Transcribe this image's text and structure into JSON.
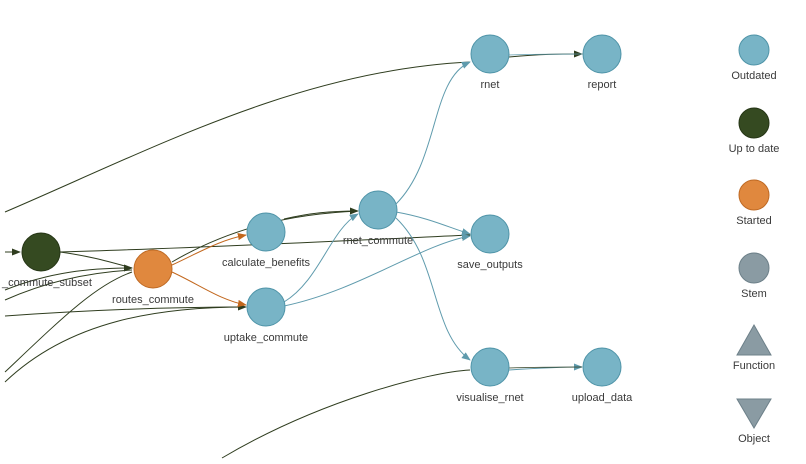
{
  "colors": {
    "outdated": "#78b4c6",
    "outdated_stroke": "#4f94a8",
    "up_to_date": "#354a21",
    "up_to_date_stroke": "#263616",
    "started": "#e0883e",
    "started_stroke": "#bf6a24",
    "stem": "#8a9ba3",
    "stem_stroke": "#6d8089",
    "edge_dark": "#2f3d1f",
    "edge_orange": "#c2671d",
    "edge_blue": "#5f9bad"
  },
  "nodes": {
    "commute_subset": {
      "label": "_commute_subset",
      "status": "up_to_date"
    },
    "routes_commute": {
      "label": "routes_commute",
      "status": "started"
    },
    "calculate_benefits": {
      "label": "calculate_benefits",
      "status": "outdated"
    },
    "uptake_commute": {
      "label": "uptake_commute",
      "status": "outdated"
    },
    "rnet_commute": {
      "label": "rnet_commute",
      "status": "outdated"
    },
    "rnet": {
      "label": "rnet",
      "status": "outdated"
    },
    "report": {
      "label": "report",
      "status": "outdated"
    },
    "save_outputs": {
      "label": "save_outputs",
      "status": "outdated"
    },
    "visualise_rnet": {
      "label": "visualise_rnet",
      "status": "outdated"
    },
    "upload_data": {
      "label": "upload_data",
      "status": "outdated"
    }
  },
  "legend": {
    "outdated": "Outdated",
    "up_to_date": "Up to date",
    "started": "Started",
    "stem": "Stem",
    "function": "Function",
    "object": "Object"
  }
}
